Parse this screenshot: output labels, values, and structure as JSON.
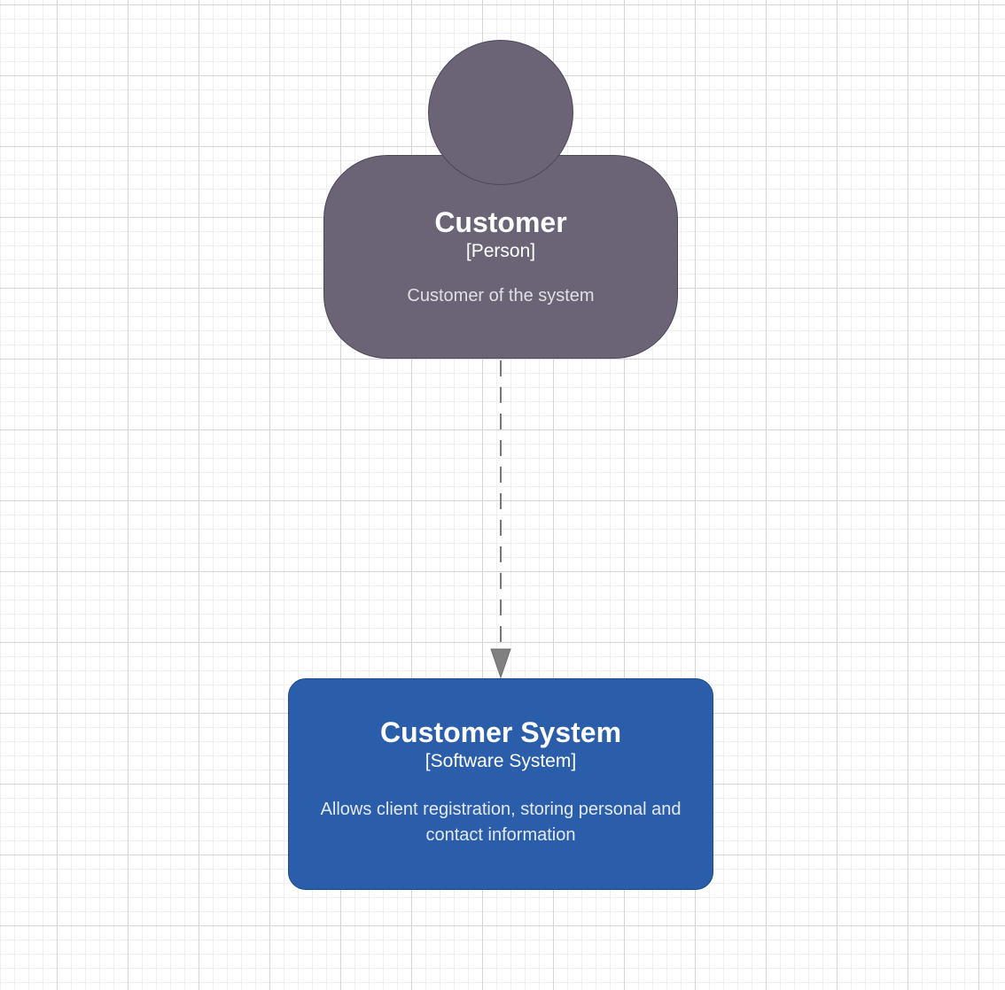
{
  "person": {
    "title": "Customer",
    "type": "[Person]",
    "description": "Customer of the system",
    "color": "#6b6477"
  },
  "system": {
    "title": "Customer System",
    "type": "[Software System]",
    "description": "Allows client registration, storing personal and contact information",
    "color": "#2b5eaa"
  },
  "relationship": {
    "style": "dashed",
    "color": "#777777"
  }
}
